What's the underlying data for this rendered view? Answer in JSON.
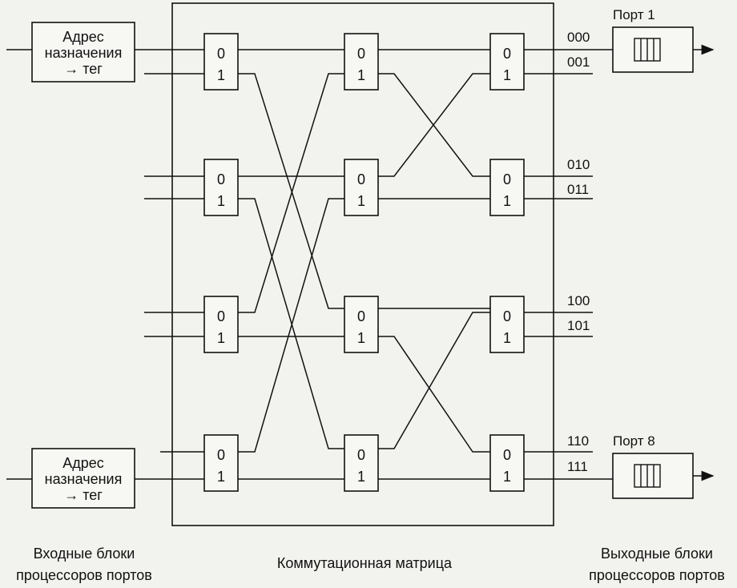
{
  "input_block": {
    "line1": "Адрес",
    "line2": "назначения",
    "line3": "→ тег"
  },
  "switch_labels": {
    "top": "0",
    "bottom": "1"
  },
  "outputs": [
    "000",
    "001",
    "010",
    "011",
    "100",
    "101",
    "110",
    "111"
  ],
  "port_first": "Порт 1",
  "port_last": "Порт 8",
  "captions": {
    "input_line1": "Входные блоки",
    "input_line2": "процессоров портов",
    "matrix": "Коммутационная матрица",
    "output_line1": "Выходные блоки",
    "output_line2": "процессоров портов"
  }
}
